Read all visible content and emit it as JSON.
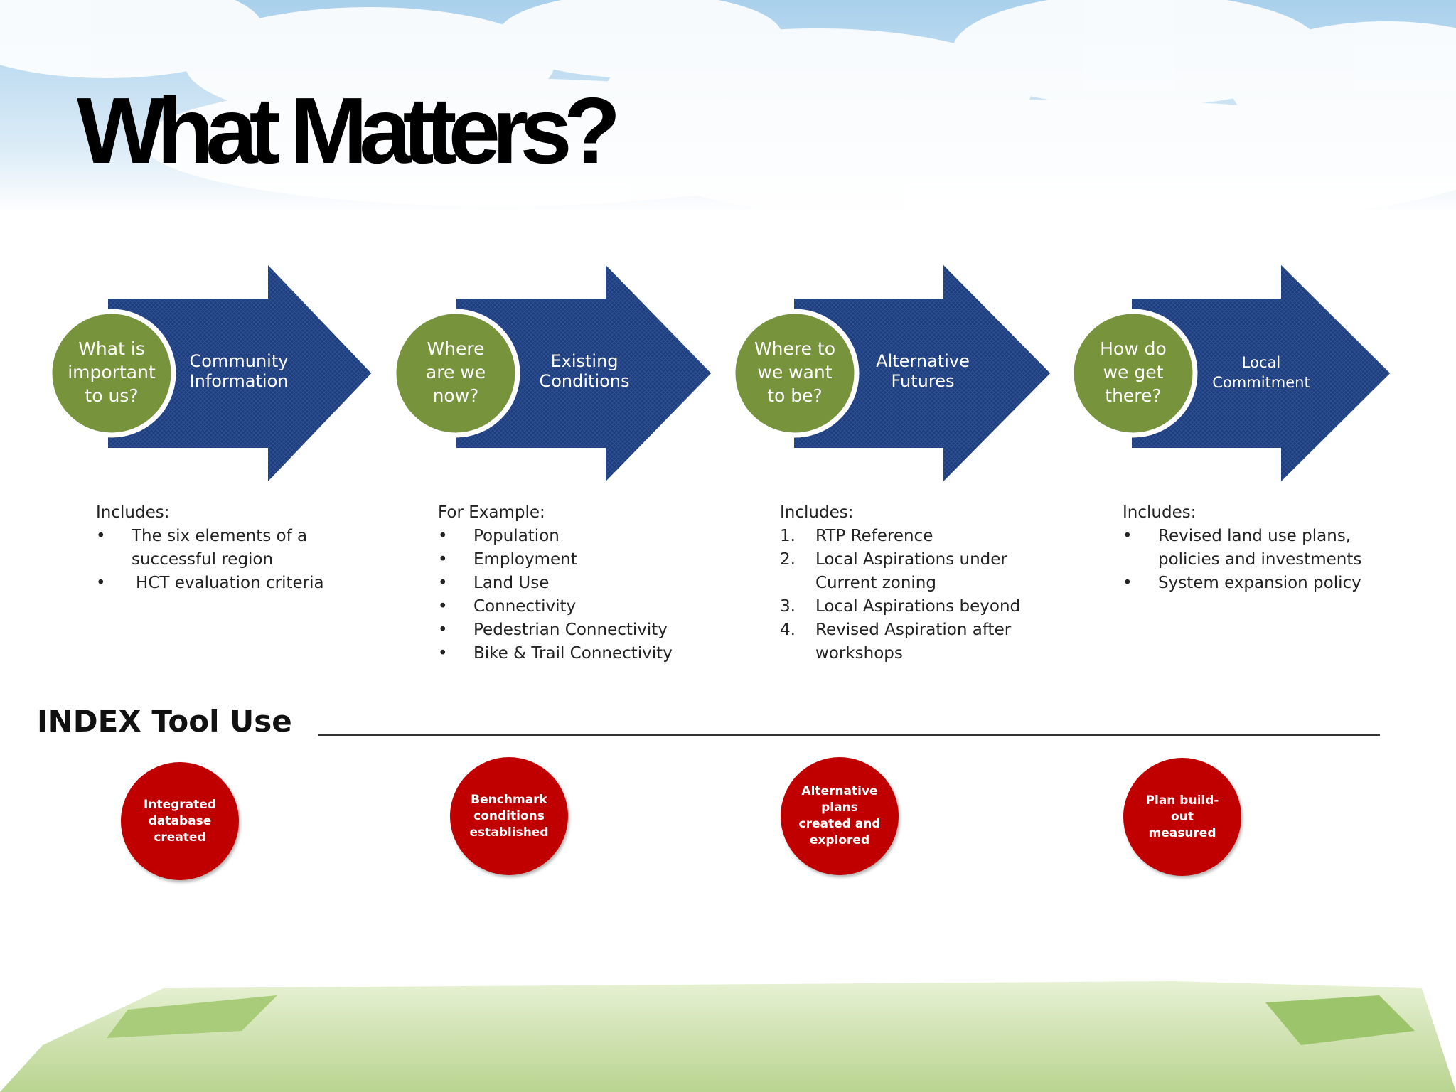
{
  "title": "What Matters?",
  "colors": {
    "arrow": "#1f3d7a",
    "circle": "#77933c",
    "red_circle": "#c00000",
    "sky": "#c9e3f4",
    "grass": "#b5d38a"
  },
  "steps": [
    {
      "question": [
        "What is",
        "important",
        "to us?"
      ],
      "label": [
        "Community",
        "Information"
      ],
      "desc_title": "Includes:",
      "list_style": "bullet",
      "items": [
        "The six elements of a successful region",
        "HCT evaluation criteria"
      ]
    },
    {
      "question": [
        "Where",
        "are we",
        "now?"
      ],
      "label": [
        "Existing",
        "Conditions"
      ],
      "desc_title": "For Example:",
      "list_style": "bullet",
      "items": [
        "Population",
        "Employment",
        "Land Use",
        "Connectivity",
        "Pedestrian Connectivity",
        "Bike & Trail Connectivity"
      ]
    },
    {
      "question": [
        "Where to",
        "we want",
        "to be?"
      ],
      "label": [
        "Alternative",
        "Futures"
      ],
      "desc_title": "Includes:",
      "list_style": "numbered",
      "items": [
        "RTP Reference",
        "Local Aspirations under Current zoning",
        "Local Aspirations beyond",
        "Revised Aspiration after workshops"
      ]
    },
    {
      "question": [
        "How do",
        "we get",
        "there?"
      ],
      "label": [
        "Local",
        "Commitment"
      ],
      "desc_title": "Includes:",
      "list_style": "bullet",
      "items": [
        "Revised land use plans, policies and investments",
        "System expansion policy"
      ]
    }
  ],
  "index": {
    "title": "INDEX Tool Use",
    "outcomes": [
      "Integrated database created",
      "Benchmark conditions established",
      "Alternative plans created and explored",
      "Plan build-out measured"
    ]
  }
}
